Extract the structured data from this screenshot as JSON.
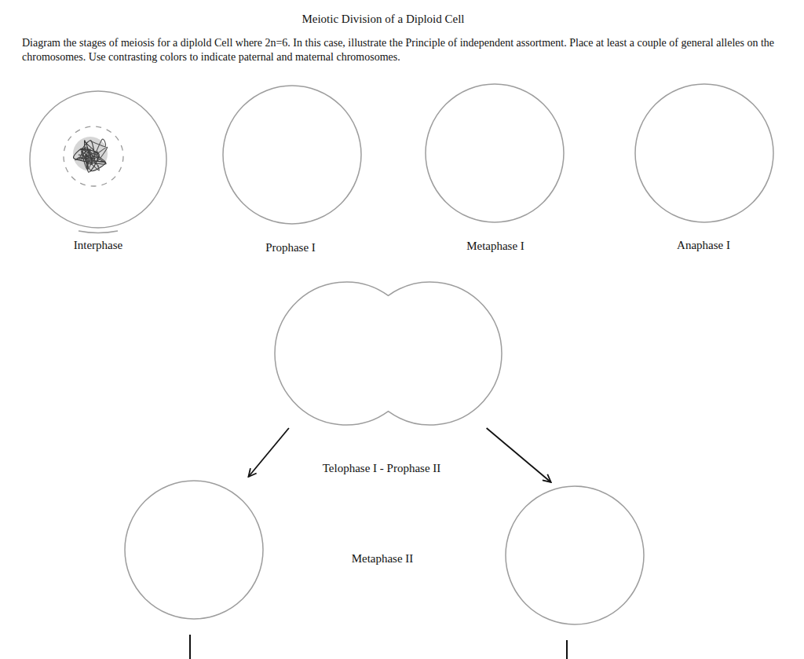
{
  "diagram": {
    "title": "Meiotic Division of a Diploid Cell",
    "nodes": [
      {
        "text": [
          "Interphase"
        ]
      },
      {
        "text": [
          "Prophase I"
        ]
      },
      {
        "text": [
          "Metaphase I"
        ]
      },
      {
        "text": [
          "Anaphase I"
        ]
      },
      {
        "text": [
          "Telophase I - Prophase II"
        ]
      },
      {
        "text": []
      },
      {
        "text": []
      }
    ],
    "edges": [
      {
        "from": 4,
        "to": 5,
        "arrow": "to"
      },
      {
        "from": 4,
        "to": 6,
        "arrow": "to"
      }
    ],
    "labels": [
      "Diagram the stages of meiosis for a diplold Cell where 2n=6.  In this case, illustrate the Principle  of independent assortment. Place at least a couple of general alleles on the chromosomes. Use contrasting colors to indicate paternal and maternal chromosomes.",
      "Metaphase II"
    ]
  }
}
